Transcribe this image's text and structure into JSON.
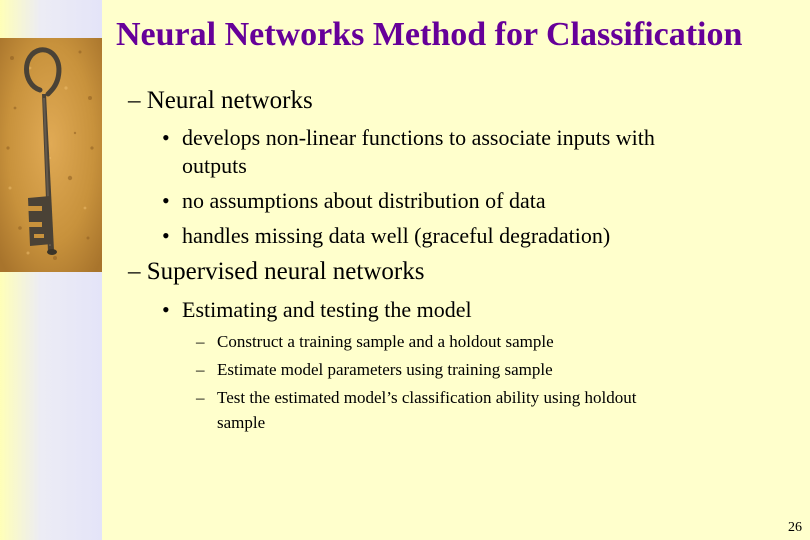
{
  "slide": {
    "title": "Neural Networks Method for Classification",
    "page_number": "26"
  },
  "bullets": [
    {
      "marker": "–",
      "text": "Neural networks",
      "children": [
        {
          "marker": "•",
          "lines": [
            "develops non-linear functions to associate inputs with",
            "outputs"
          ]
        },
        {
          "marker": "•",
          "lines": [
            "no assumptions about distribution of data"
          ]
        },
        {
          "marker": "•",
          "lines": [
            "handles missing data well (graceful degradation)"
          ]
        }
      ]
    },
    {
      "marker": "–",
      "text": "Supervised neural networks",
      "children": [
        {
          "marker": "•",
          "lines": [
            "Estimating and testing the model"
          ],
          "children": [
            {
              "marker": "–",
              "lines": [
                "Construct a training sample and a holdout sample"
              ]
            },
            {
              "marker": "–",
              "lines": [
                "Estimate model parameters using training sample"
              ]
            },
            {
              "marker": "–",
              "lines": [
                "Test the estimated model’s classification ability using holdout",
                "sample"
              ]
            }
          ]
        }
      ]
    }
  ],
  "colors": {
    "background": "#ffffcc",
    "title": "#660099",
    "key_backdrop": "#c8923c",
    "key_metal": "#4a4236"
  },
  "decor": {
    "image": "antique-key-photo"
  }
}
